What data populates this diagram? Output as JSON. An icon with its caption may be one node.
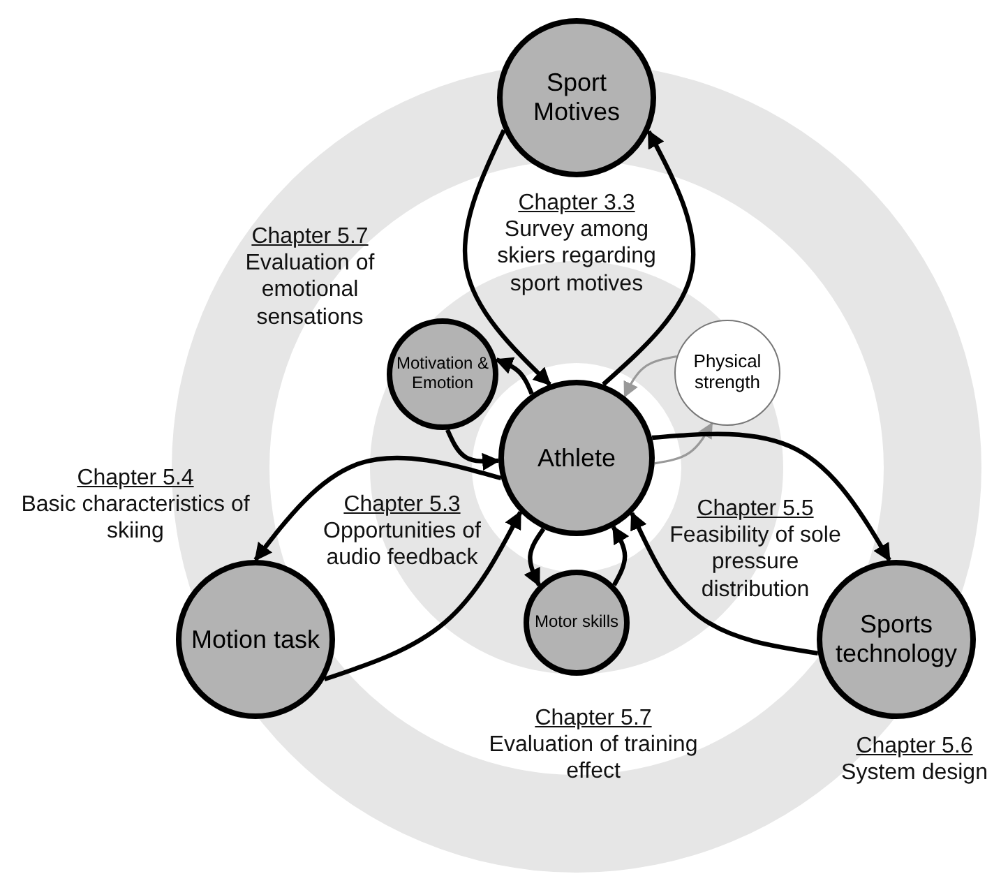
{
  "diagram": {
    "nodes": [
      {
        "text": [
          "Sport Motives"
        ]
      },
      {
        "text": [
          "Motivation & Emotion"
        ]
      },
      {
        "text": [
          "Physical strength"
        ]
      },
      {
        "text": [
          "Athlete"
        ]
      },
      {
        "text": [
          "Motion task"
        ]
      },
      {
        "text": [
          "Motor skills"
        ]
      },
      {
        "text": [
          "Sports technology"
        ]
      }
    ],
    "edges": [
      {
        "from": 3,
        "to": 0,
        "arrow": "to"
      },
      {
        "from": 0,
        "to": 3,
        "arrow": "to"
      },
      {
        "from": 3,
        "to": 1,
        "arrow": "to"
      },
      {
        "from": 1,
        "to": 3,
        "arrow": "to"
      },
      {
        "from": 2,
        "to": 3,
        "arrow": "to",
        "color": "#999999"
      },
      {
        "from": 3,
        "to": 2,
        "arrow": "to",
        "color": "#999999"
      },
      {
        "from": 3,
        "to": 4,
        "arrow": "to"
      },
      {
        "from": 4,
        "to": 3,
        "arrow": "to"
      },
      {
        "from": 3,
        "to": 5,
        "arrow": "to"
      },
      {
        "from": 5,
        "to": 3,
        "arrow": "to"
      },
      {
        "from": 3,
        "to": 6,
        "arrow": "to"
      },
      {
        "from": 6,
        "to": 3,
        "arrow": "to"
      }
    ],
    "labels": [
      "Chapter 3.3",
      "Survey among skiers regarding sport motives",
      "Chapter 5.7",
      "Evaluation of emotional sensations",
      "Chapter 5.4",
      "Basic characteristics of skiing",
      "Chapter 5.3",
      "Opportunities of audio feedback",
      "Chapter 5.5",
      "Feasibility of sole pressure distribution",
      "Chapter 5.7",
      "Evaluation of training effect",
      "Chapter 5.6",
      "System design"
    ]
  }
}
